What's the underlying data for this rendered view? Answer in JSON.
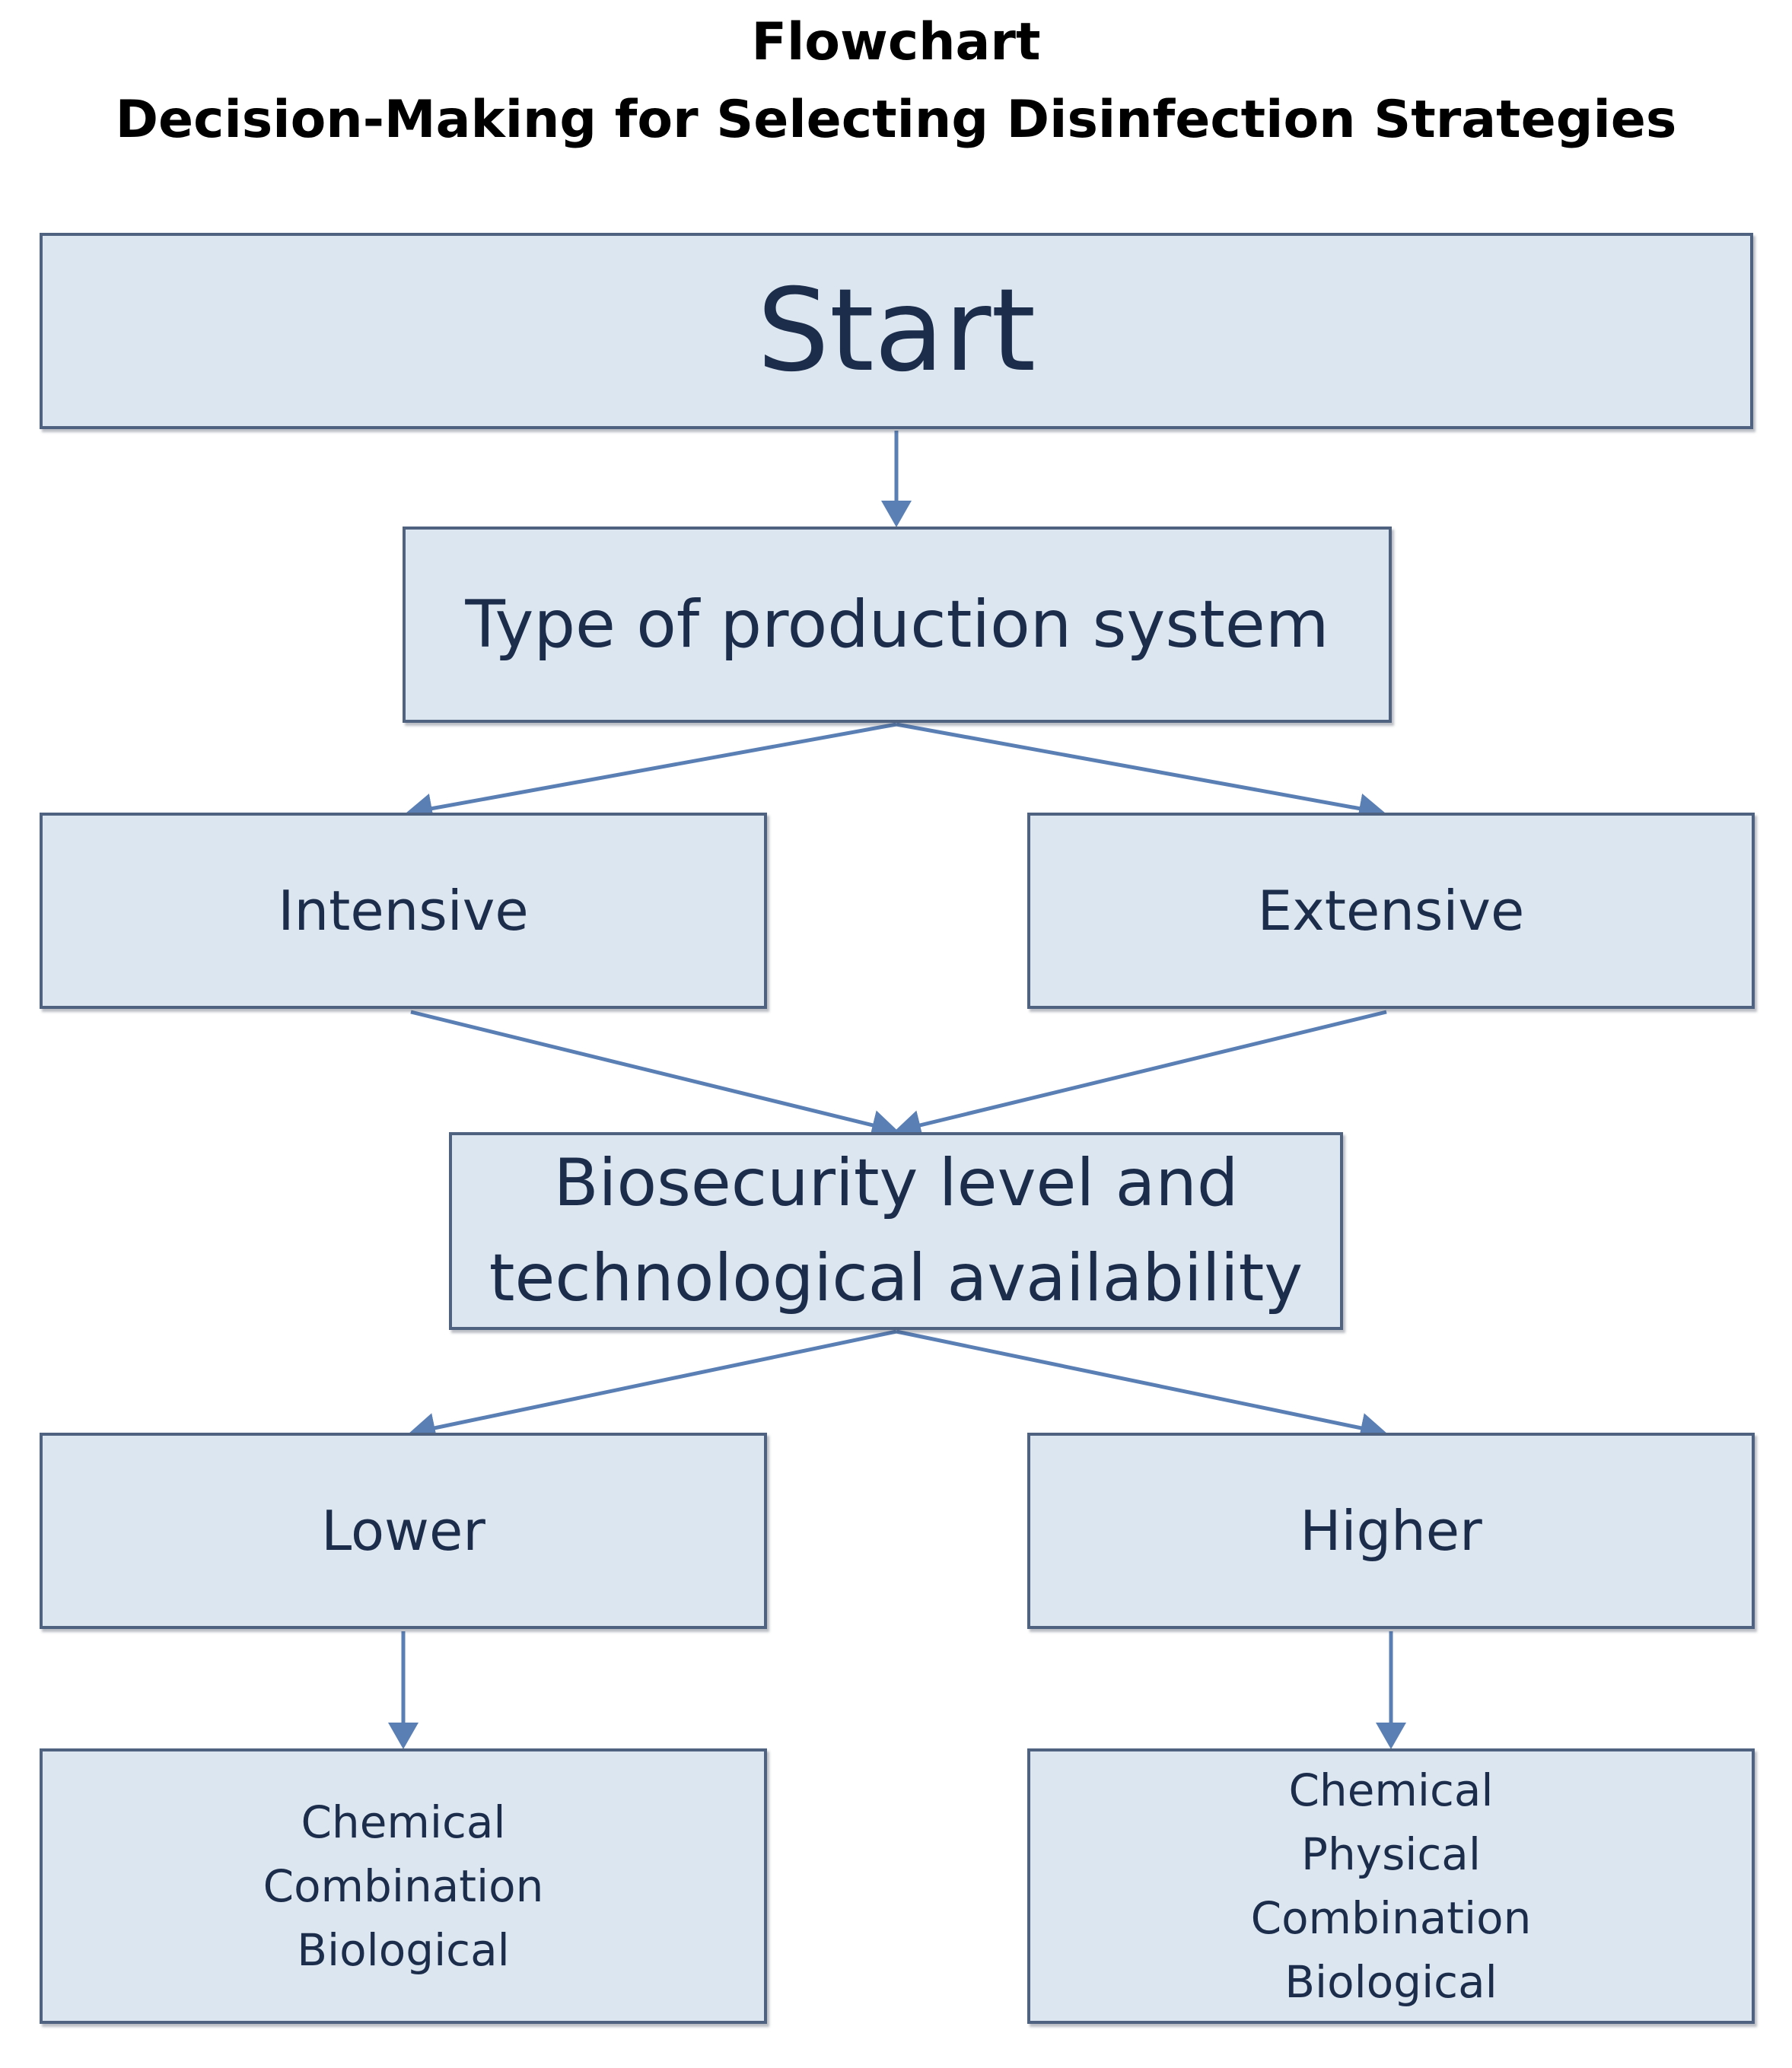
{
  "header": {
    "title": "Flowchart",
    "subtitle": "Decision-Making for Selecting Disinfection Strategies"
  },
  "nodes": {
    "start": "Start",
    "production_type": "Type of production system",
    "intensive": "Intensive",
    "extensive": "Extensive",
    "biosecurity_line_1": "Biosecurity level and",
    "biosecurity_line_2": "technological availability",
    "lower": "Lower",
    "higher": "Higher",
    "lower_methods": [
      "Chemical",
      "Combination",
      "Biological"
    ],
    "higher_methods": [
      "Chemical",
      "Physical",
      "Combination",
      "Biological"
    ]
  },
  "colors": {
    "box_fill": "#dce6f0",
    "box_border": "#4f6380",
    "text": "#1c2d4b",
    "connector": "#5a7fb5"
  }
}
